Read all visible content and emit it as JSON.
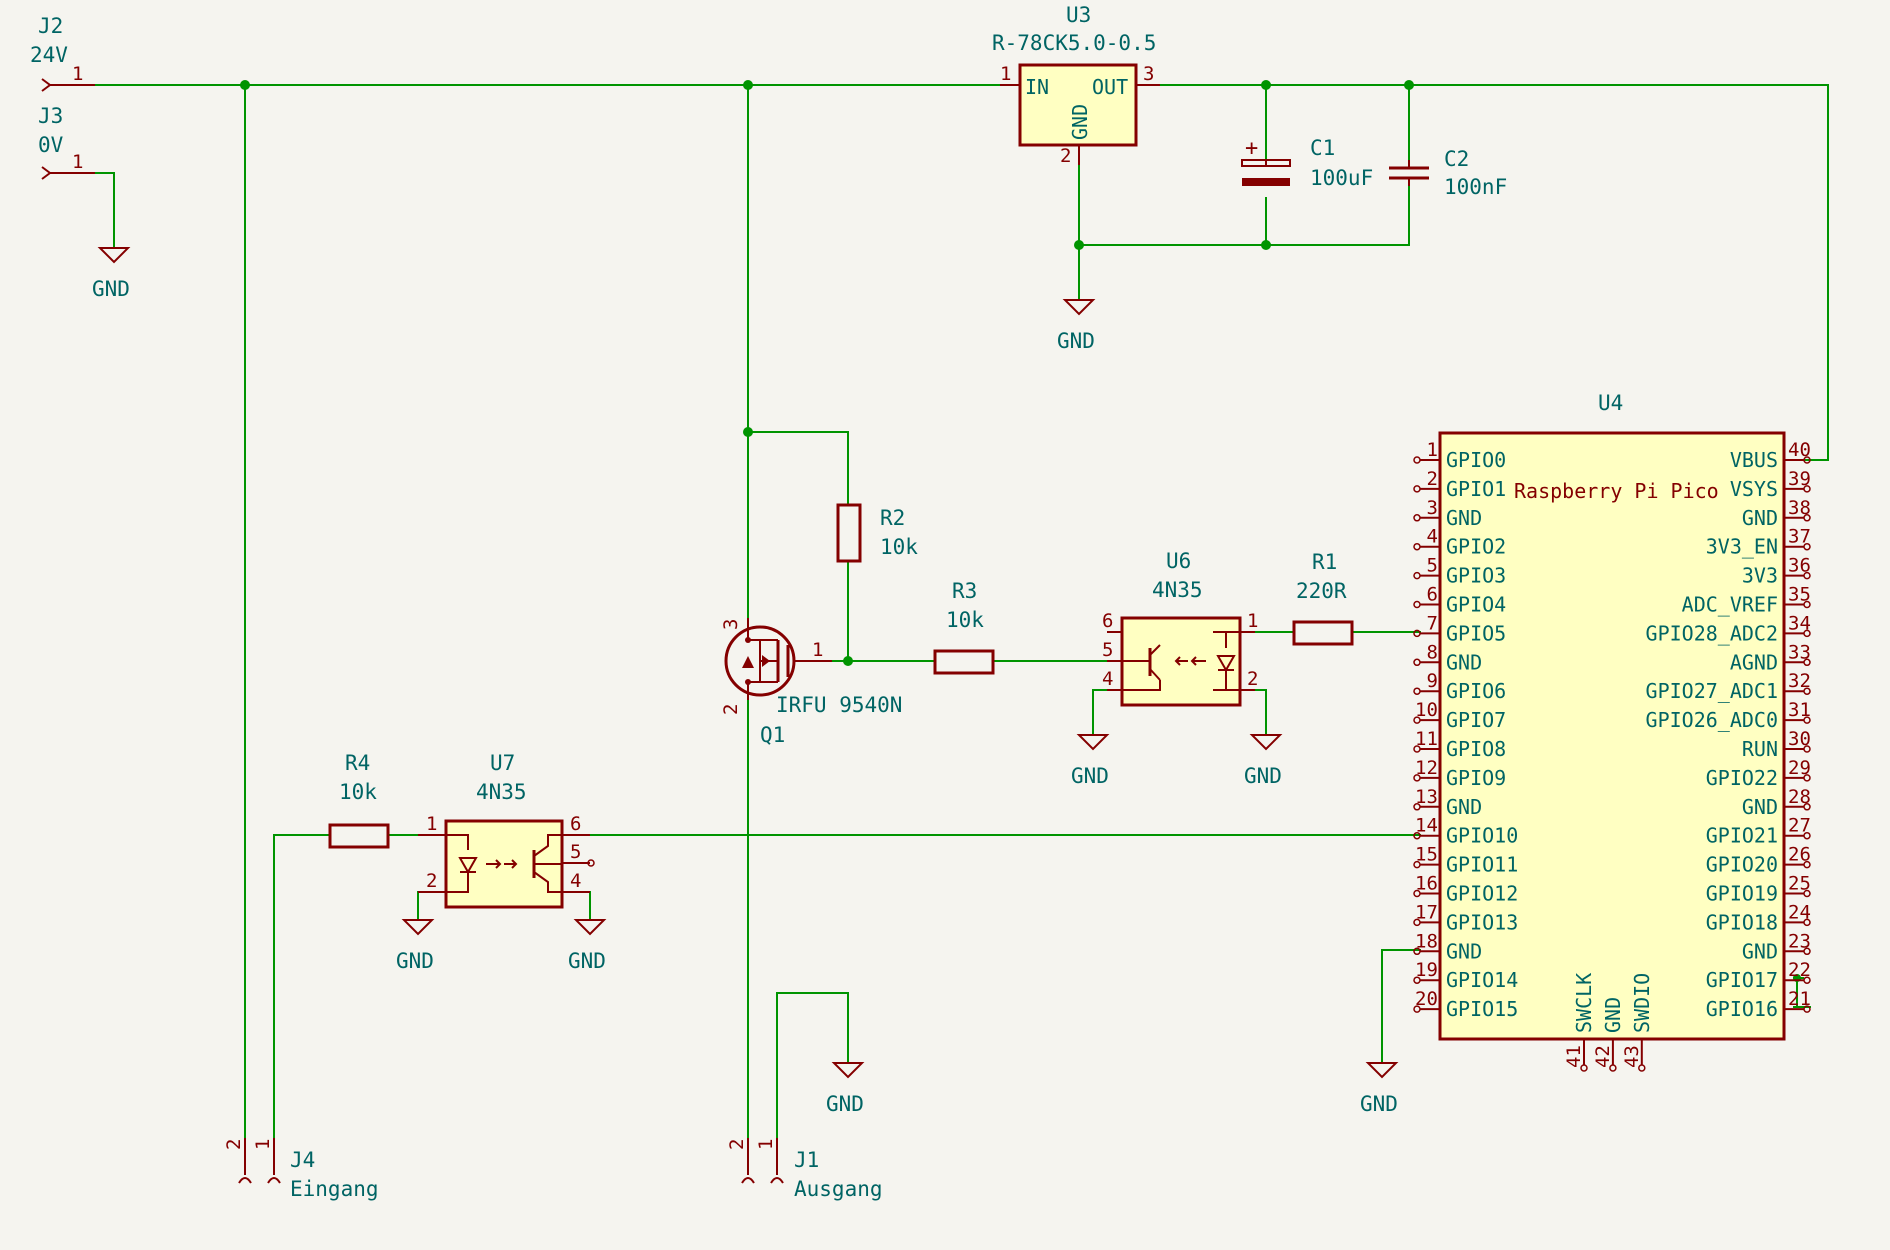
{
  "u3": {
    "ref": "U3",
    "value": "R-78CK5.0-0.5",
    "pin_in": "IN",
    "pin_out": "OUT",
    "pin_gnd": "GND",
    "p1": "1",
    "p2": "2",
    "p3": "3"
  },
  "c1": {
    "ref": "C1",
    "value": "100uF",
    "plus": "+"
  },
  "c2": {
    "ref": "C2",
    "value": "100nF"
  },
  "j2": {
    "ref": "J2",
    "value": "24V",
    "pin": "1"
  },
  "j3": {
    "ref": "J3",
    "value": "0V",
    "pin": "1"
  },
  "j4": {
    "ref": "J4",
    "value": "Eingang",
    "p1": "1",
    "p2": "2"
  },
  "j1": {
    "ref": "J1",
    "value": "Ausgang",
    "p1": "1",
    "p2": "2"
  },
  "r1": {
    "ref": "R1",
    "value": "220R"
  },
  "r2": {
    "ref": "R2",
    "value": "10k"
  },
  "r3": {
    "ref": "R3",
    "value": "10k"
  },
  "r4": {
    "ref": "R4",
    "value": "10k"
  },
  "q1": {
    "ref": "Q1",
    "value": "IRFU 9540N",
    "p1": "1",
    "p2": "2",
    "p3": "3"
  },
  "u6": {
    "ref": "U6",
    "value": "4N35",
    "pins": [
      "1",
      "2",
      "4",
      "5",
      "6"
    ]
  },
  "u7": {
    "ref": "U7",
    "value": "4N35",
    "pins": [
      "1",
      "2",
      "4",
      "5",
      "6"
    ]
  },
  "gnd_label": "GND",
  "u4": {
    "ref": "U4",
    "value": "Raspberry Pi Pico",
    "left": [
      {
        "num": "1",
        "name": "GPIO0"
      },
      {
        "num": "2",
        "name": "GPIO1"
      },
      {
        "num": "3",
        "name": "GND"
      },
      {
        "num": "4",
        "name": "GPIO2"
      },
      {
        "num": "5",
        "name": "GPIO3"
      },
      {
        "num": "6",
        "name": "GPIO4"
      },
      {
        "num": "7",
        "name": "GPIO5"
      },
      {
        "num": "8",
        "name": "GND"
      },
      {
        "num": "9",
        "name": "GPIO6"
      },
      {
        "num": "10",
        "name": "GPIO7"
      },
      {
        "num": "11",
        "name": "GPIO8"
      },
      {
        "num": "12",
        "name": "GPIO9"
      },
      {
        "num": "13",
        "name": "GND"
      },
      {
        "num": "14",
        "name": "GPIO10"
      },
      {
        "num": "15",
        "name": "GPIO11"
      },
      {
        "num": "16",
        "name": "GPIO12"
      },
      {
        "num": "17",
        "name": "GPIO13"
      },
      {
        "num": "18",
        "name": "GND"
      },
      {
        "num": "19",
        "name": "GPIO14"
      },
      {
        "num": "20",
        "name": "GPIO15"
      }
    ],
    "right": [
      {
        "num": "40",
        "name": "VBUS"
      },
      {
        "num": "39",
        "name": "VSYS"
      },
      {
        "num": "38",
        "name": "GND"
      },
      {
        "num": "37",
        "name": "3V3_EN"
      },
      {
        "num": "36",
        "name": "3V3"
      },
      {
        "num": "35",
        "name": "ADC_VREF"
      },
      {
        "num": "34",
        "name": "GPIO28_ADC2"
      },
      {
        "num": "33",
        "name": "AGND"
      },
      {
        "num": "32",
        "name": "GPIO27_ADC1"
      },
      {
        "num": "31",
        "name": "GPIO26_ADC0"
      },
      {
        "num": "30",
        "name": "RUN"
      },
      {
        "num": "29",
        "name": "GPIO22"
      },
      {
        "num": "28",
        "name": "GND"
      },
      {
        "num": "27",
        "name": "GPIO21"
      },
      {
        "num": "26",
        "name": "GPIO20"
      },
      {
        "num": "25",
        "name": "GPIO19"
      },
      {
        "num": "24",
        "name": "GPIO18"
      },
      {
        "num": "23",
        "name": "GND"
      },
      {
        "num": "22",
        "name": "GPIO17"
      },
      {
        "num": "21",
        "name": "GPIO16"
      }
    ],
    "bottom": [
      {
        "num": "41",
        "name": "SWCLK"
      },
      {
        "num": "42",
        "name": "GND"
      },
      {
        "num": "43",
        "name": "SWDIO"
      }
    ]
  }
}
